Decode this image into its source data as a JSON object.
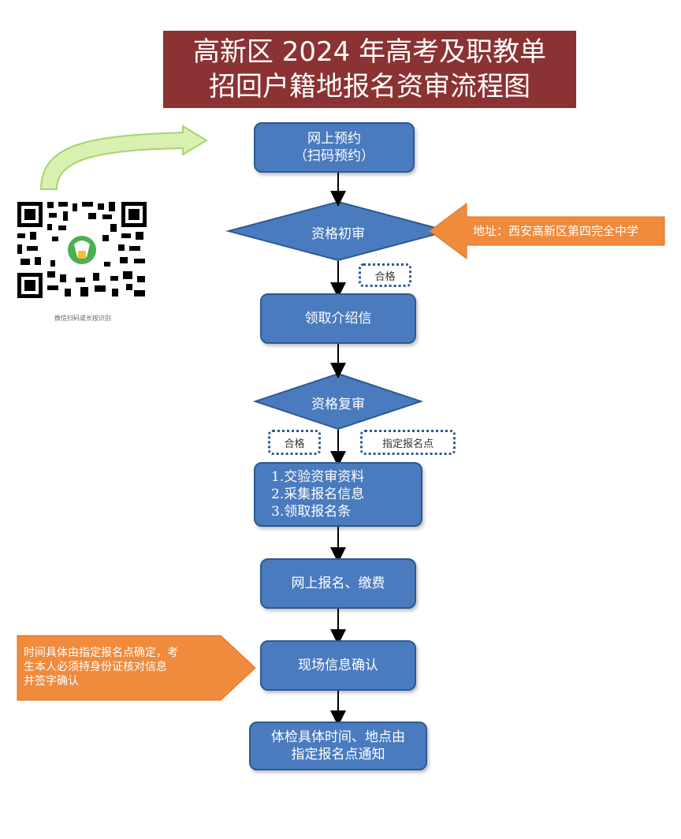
{
  "title": {
    "line1": "高新区 2024 年高考及职教单",
    "line2": "招回户籍地报名资审流程图"
  },
  "steps": {
    "online_booking": {
      "line1": "网上预约",
      "line2": "（扫码预约）"
    },
    "initial_review": "资格初审",
    "intro_letter": "领取介绍信",
    "re_review": "资格复审",
    "submit_materials": {
      "line1": "1.交验资审资料",
      "line2": "2.采集报名信息",
      "line3": "3.领取报名条"
    },
    "online_register": "网上报名、缴费",
    "onsite_confirm": "现场信息确认",
    "health_check": {
      "line1": "体检具体时间、地点由",
      "line2": "指定报名点通知"
    }
  },
  "tags": {
    "qualified_1": "合格",
    "qualified_2": "合格",
    "designated_point": "指定报名点"
  },
  "callouts": {
    "address": "地址：西安高新区第四完全中学",
    "note": {
      "line1": "时间具体由指定报名点确定，考",
      "line2": "生本人必须持身份证核对信息",
      "line3": "并签字确认"
    }
  },
  "qr": {
    "caption": "微信扫码或长按识别"
  },
  "colors": {
    "title_bg": "#8b3232",
    "box_fill": "#4a7bbf",
    "box_border": "#2c5a92",
    "callout_orange": "#f08a3c",
    "curved_arrow_green": "#d8f0b0"
  }
}
